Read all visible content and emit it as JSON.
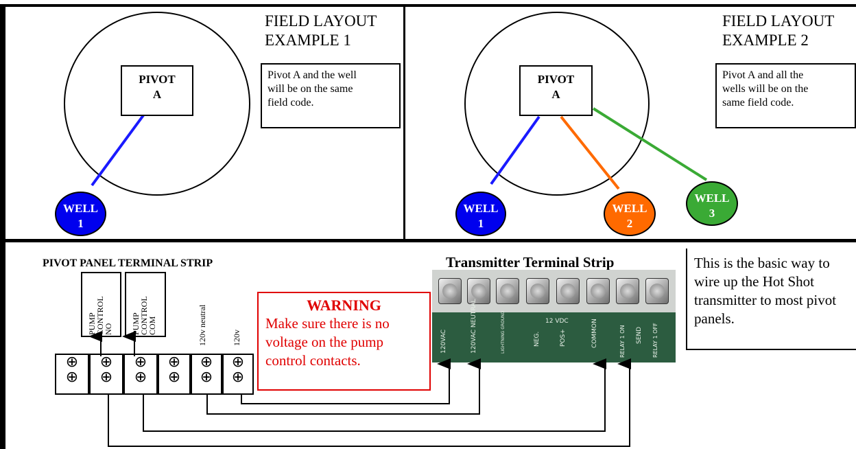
{
  "field_layout_1": {
    "title": "FIELD LAYOUT\nEXAMPLE 1",
    "note": "Pivot A and the well\nwill be on the same\nfield code.",
    "pivot_label": "PIVOT\nA",
    "wells": [
      {
        "label": "WELL\n1",
        "color": "#0000ee"
      }
    ],
    "line_colors": [
      "#1a1aff"
    ]
  },
  "field_layout_2": {
    "title": "FIELD LAYOUT\nEXAMPLE 2",
    "note": "Pivot A and all the\nwells will be on the\nsame field code.",
    "pivot_label": "PIVOT\nA",
    "wells": [
      {
        "label": "WELL\n1",
        "color": "#0000ee"
      },
      {
        "label": "WELL\n2",
        "color": "#ff6a00"
      },
      {
        "label": "WELL\n3",
        "color": "#3aaa35"
      }
    ],
    "line_colors": [
      "#1a1aff",
      "#ff6a00",
      "#3aaa35"
    ]
  },
  "pivot_panel": {
    "title": "PIVOT PANEL TERMINAL STRIP",
    "labels": [
      "PUMP\nCONTROL\nNO",
      "PUMP\nCONTROL\nCOM",
      "120v neutral",
      "120v"
    ],
    "terminal_symbol": "⊕"
  },
  "transmitter": {
    "title": "Transmitter Terminal Strip",
    "labels": [
      "120VAC",
      "120VAC NEUTRAL",
      "LIGHTNING GROUND",
      "NEG.",
      "12 VDC",
      "POS+",
      "COMMON",
      "RELAY 1 ON",
      "SEND",
      "RELAY 1 OFF"
    ]
  },
  "warning": {
    "title": "WARNING",
    "text": "Make sure there is no voltage on the pump control contacts.",
    "color": "#e00000"
  },
  "basic_note": "This is the basic way to wire up the Hot Shot transmitter to most pivot panels."
}
